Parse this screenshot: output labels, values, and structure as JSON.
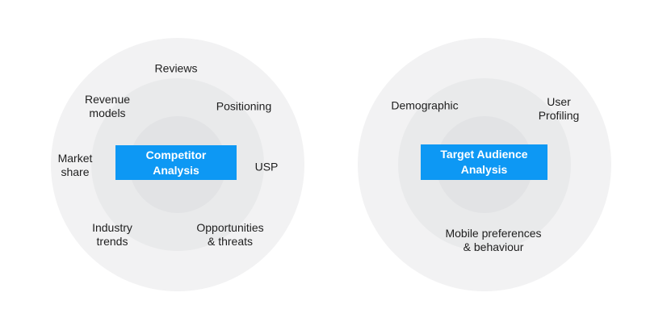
{
  "colors": {
    "accent_blue": "#0d98f4",
    "ring_outer": "#f2f2f3",
    "ring_middle": "#e9eaeb",
    "ring_inner": "#e2e3e5",
    "label_text": "#1e1e1e",
    "box_text": "#ffffff",
    "page_bg": "#ffffff"
  },
  "diagrams": {
    "competitor": {
      "title_line1": "Competitor",
      "title_line2": "Analysis",
      "labels": {
        "reviews": "Reviews",
        "revenue_models_1": "Revenue",
        "revenue_models_2": "models",
        "positioning": "Positioning",
        "market_share_1": "Market",
        "market_share_2": "share",
        "usp": "USP",
        "industry_trends_1": "Industry",
        "industry_trends_2": "trends",
        "opportunities_1": "Opportunities",
        "opportunities_2": "& threats"
      }
    },
    "target_audience": {
      "title_line1": "Target Audience",
      "title_line2": "Analysis",
      "labels": {
        "demographic": "Demographic",
        "user_profiling_1": "User",
        "user_profiling_2": "Profiling",
        "mobile_prefs_1": "Mobile preferences",
        "mobile_prefs_2": "& behaviour"
      }
    }
  }
}
